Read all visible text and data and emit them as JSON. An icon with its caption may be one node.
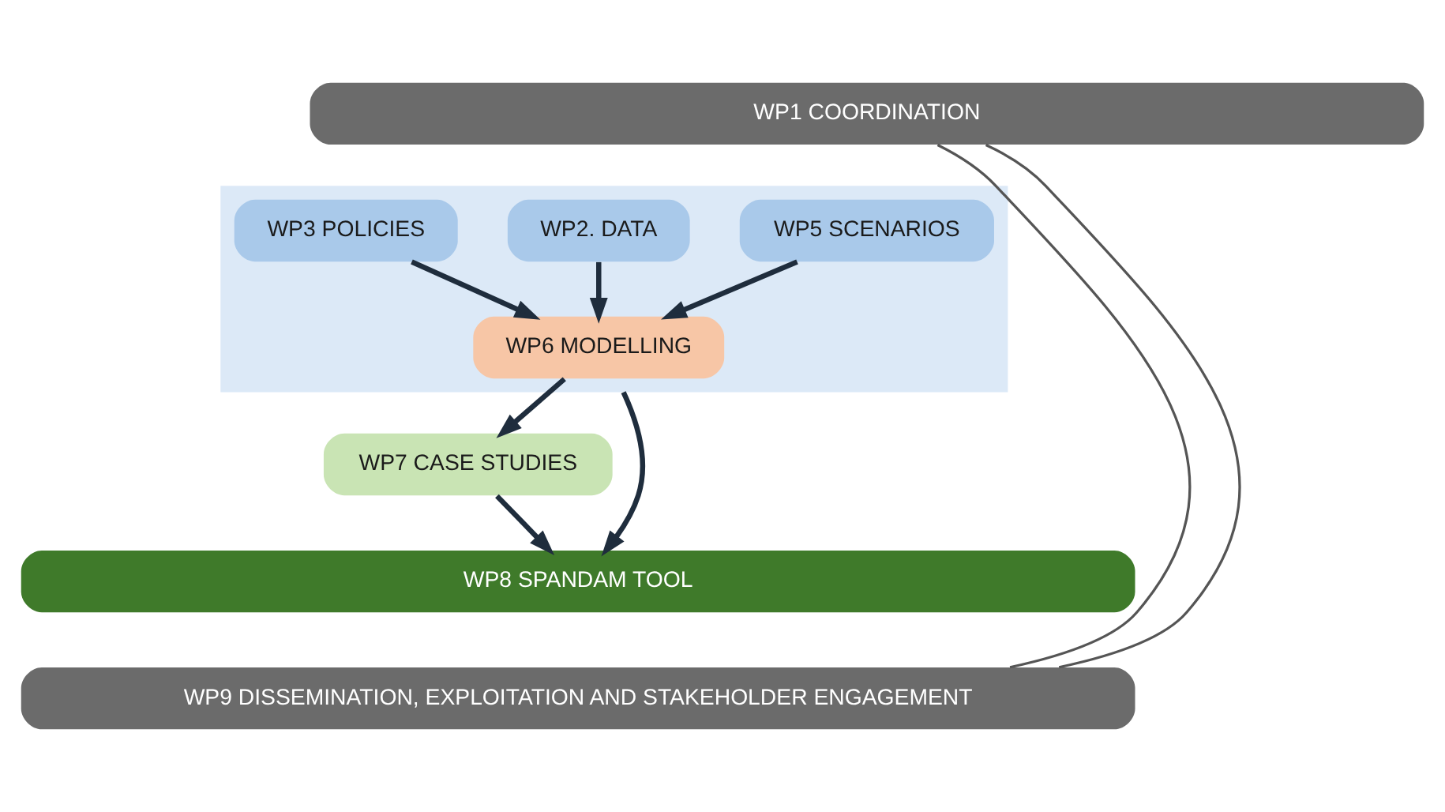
{
  "diagram": {
    "nodes": [
      {
        "text": [
          "WP1 COORDINATION"
        ]
      },
      {
        "text": [],
        "shape": "box"
      },
      {
        "text": [
          "WP5 SCENARIOS"
        ],
        "in": 1
      },
      {
        "text": [
          "WP2. DATA"
        ],
        "in": 1
      },
      {
        "text": [
          "WP3 POLICIES"
        ],
        "in": 1
      },
      {
        "text": [
          "WP6 MODELLING"
        ],
        "in": 1
      },
      {
        "text": [
          "WP7 CASE STUDIES"
        ]
      },
      {
        "text": [
          "WP8 SPANDAM TOOL"
        ]
      },
      {
        "text": [
          "WP9 DISSEMINATION, EXPLOITATION AND STAKEHOLDER ENGAGEMENT"
        ]
      }
    ],
    "edges": [
      {
        "from": 2,
        "to": 5,
        "arrow": "to"
      },
      {
        "from": 3,
        "to": 5,
        "arrow": "to"
      },
      {
        "from": 4,
        "to": 5,
        "arrow": "to"
      },
      {
        "from": 5,
        "to": 6,
        "arrow": "to"
      },
      {
        "from": 1,
        "to": 7,
        "arrow": "to"
      },
      {
        "from": 6,
        "to": 7,
        "arrow": "to"
      },
      {
        "from": 0,
        "to": 8,
        "arrow": "none"
      },
      {
        "from": 0,
        "to": 8,
        "arrow": "none"
      }
    ]
  }
}
